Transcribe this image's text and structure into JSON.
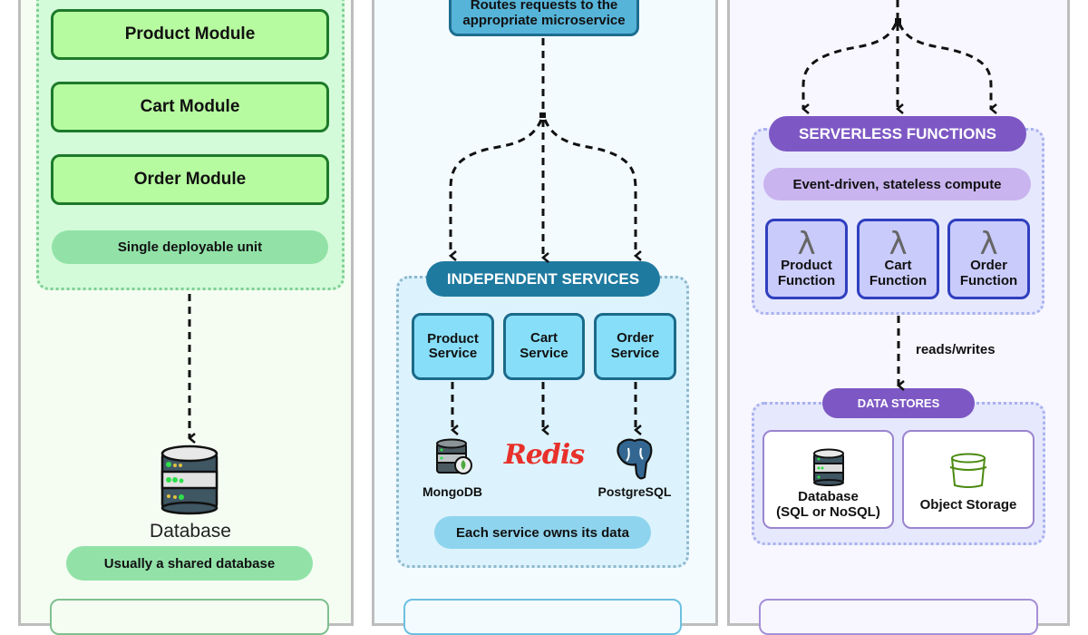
{
  "monolith": {
    "modules": [
      "Product Module",
      "Cart Module",
      "Order Module"
    ],
    "unit_note": "Single deployable unit",
    "database_label": "Database",
    "database_note": "Usually a shared database",
    "colors": {
      "panel": "#f5fdf3",
      "container": "#d4fbd9",
      "module": "#b7fba0",
      "border": "#1d7a2a",
      "pill": "#92e2a8"
    }
  },
  "microservices": {
    "gateway_lines": [
      "Routes requests to the",
      "appropriate microservice"
    ],
    "header": "INDEPENDENT SERVICES",
    "services": [
      {
        "line1": "Product",
        "line2": "Service",
        "store": "MongoDB",
        "store_icon": "mongodb-icon"
      },
      {
        "line1": "Cart",
        "line2": "Service",
        "store": "Redis",
        "store_icon": "redis-logo"
      },
      {
        "line1": "Order",
        "line2": "Service",
        "store": "PostgreSQL",
        "store_icon": "postgresql-elephant-icon"
      }
    ],
    "note": "Each service owns its data",
    "colors": {
      "panel": "#f3fbff",
      "container": "#dcf3fd",
      "service": "#87def8",
      "header": "#1f7aa0",
      "pill": "#8fd4ee"
    }
  },
  "serverless": {
    "header": "SERVERLESS FUNCTIONS",
    "note": "Event-driven, stateless compute",
    "functions": [
      {
        "line1": "Product",
        "line2": "Function"
      },
      {
        "line1": "Cart",
        "line2": "Function"
      },
      {
        "line1": "Order",
        "line2": "Function"
      }
    ],
    "edge_label": "reads/writes",
    "stores_header": "DATA STORES",
    "stores": [
      {
        "line1": "Database",
        "line2": "(SQL or NoSQL)",
        "icon": "database-icon"
      },
      {
        "line1": "Object Storage",
        "icon": "bucket-icon"
      }
    ],
    "colors": {
      "panel": "#f8f7ff",
      "container": "#e6e8fd",
      "function": "#c9cbfb",
      "header": "#7d58c4",
      "pill": "#c9b4ef"
    }
  }
}
